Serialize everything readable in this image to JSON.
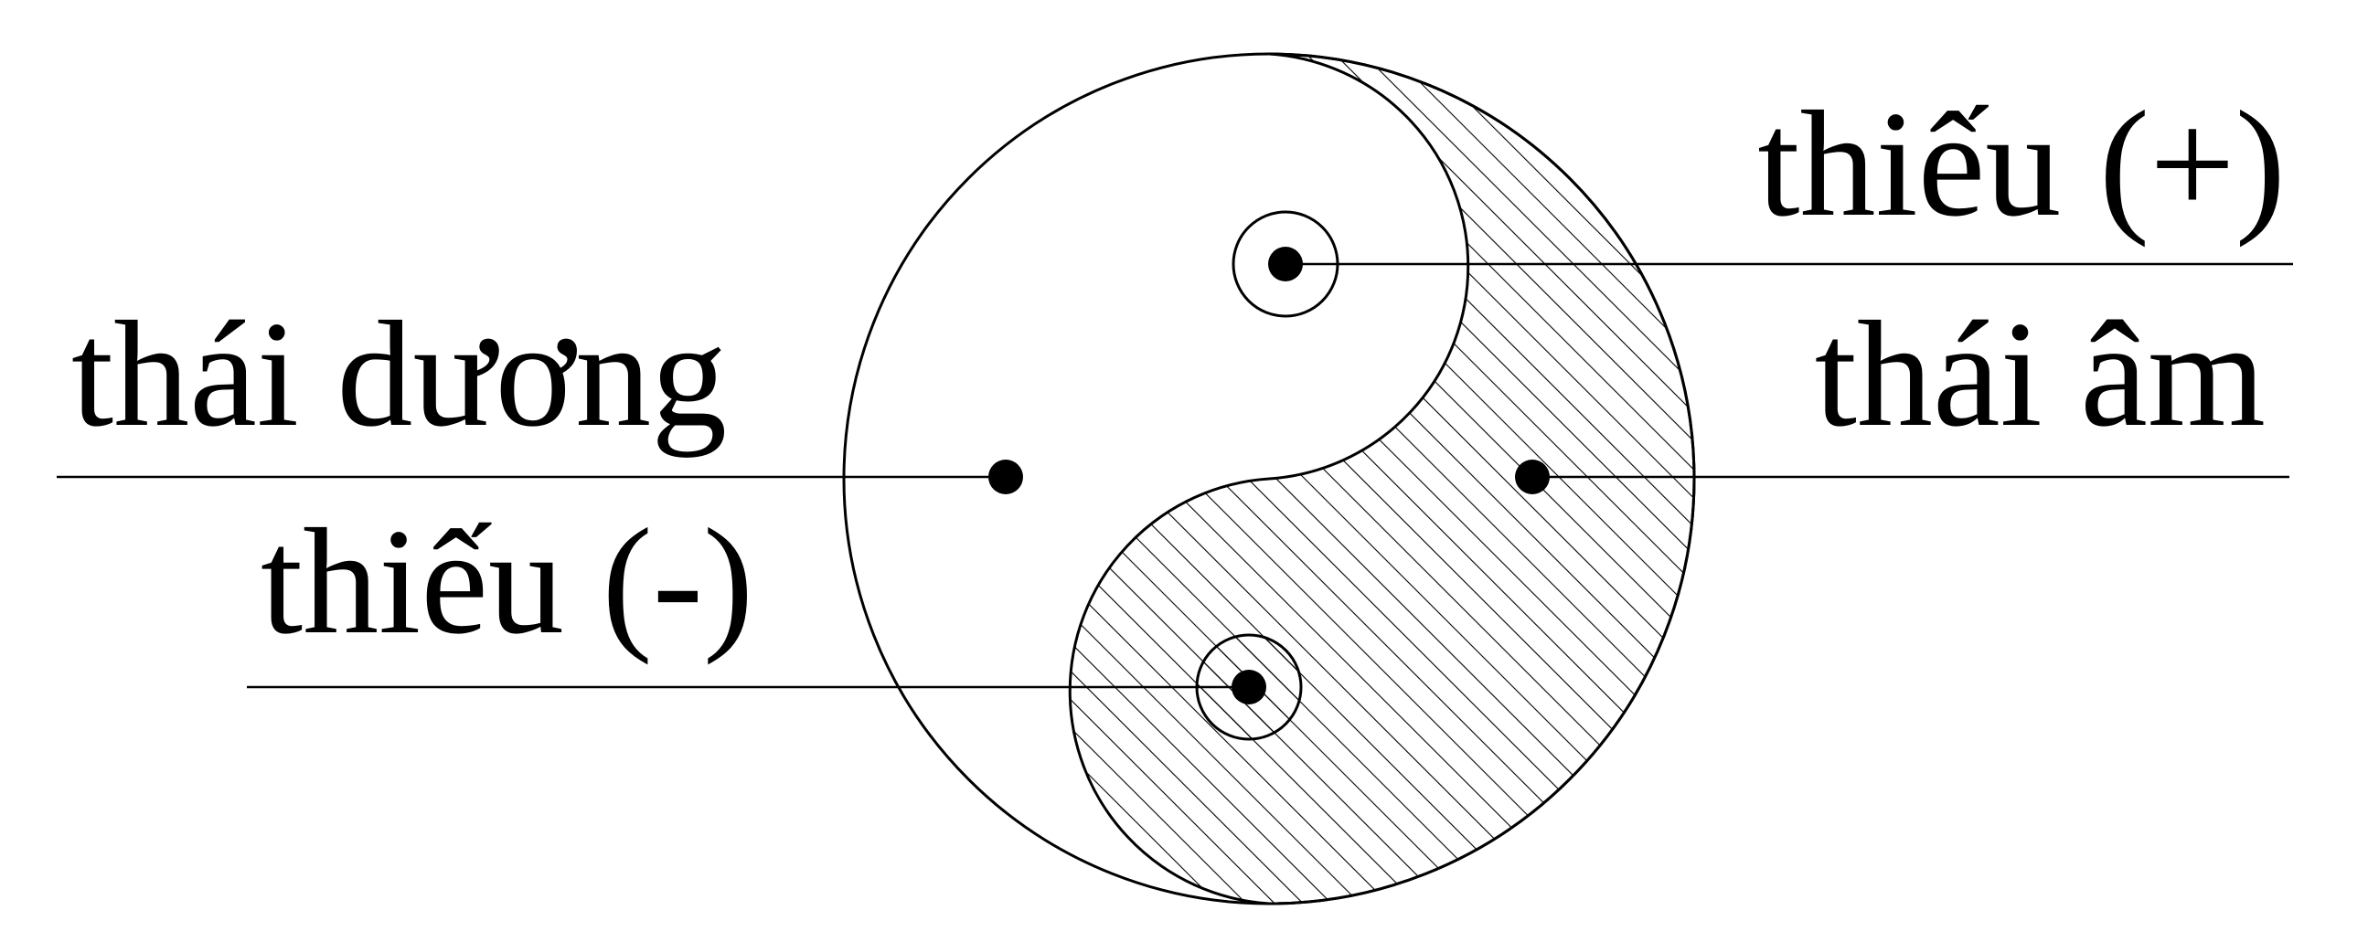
{
  "labels": {
    "thieu_plus": "thiếu (+)",
    "thai_duong": "thái dương",
    "thai_am": "thái âm",
    "thieu_minus": "thiếu (-)"
  },
  "colors": {
    "ink": "#000000",
    "paper": "#ffffff"
  },
  "regions": {
    "yin": "hatched",
    "yang": "white"
  }
}
